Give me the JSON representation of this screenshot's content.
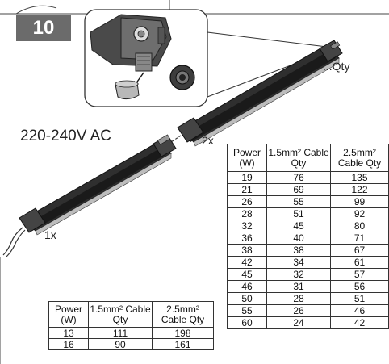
{
  "step": {
    "number": "10"
  },
  "labels": {
    "voltage": "220-240V AC",
    "qty": "...Qty",
    "second_fixture": "2x",
    "first_fixture": "1x"
  },
  "table_right": {
    "headers": [
      "Power (W)",
      "1.5mm² Cable Qty",
      "2.5mm² Cable Qty"
    ],
    "rows": [
      [
        "19",
        "76",
        "135"
      ],
      [
        "21",
        "69",
        "122"
      ],
      [
        "26",
        "55",
        "99"
      ],
      [
        "28",
        "51",
        "92"
      ],
      [
        "32",
        "45",
        "80"
      ],
      [
        "36",
        "40",
        "71"
      ],
      [
        "38",
        "38",
        "67"
      ],
      [
        "42",
        "34",
        "61"
      ],
      [
        "45",
        "32",
        "57"
      ],
      [
        "46",
        "31",
        "56"
      ],
      [
        "50",
        "28",
        "51"
      ],
      [
        "55",
        "26",
        "46"
      ],
      [
        "60",
        "24",
        "42"
      ]
    ]
  },
  "table_left": {
    "headers": [
      "Power (W)",
      "1.5mm² Cable Qty",
      "2.5mm² Cable Qty"
    ],
    "rows": [
      [
        "13",
        "111",
        "198"
      ],
      [
        "16",
        "90",
        "161"
      ]
    ]
  },
  "colors": {
    "badge": "#6b6b6b",
    "fixture_body": "#3a3a3a",
    "outline": "#222222"
  }
}
